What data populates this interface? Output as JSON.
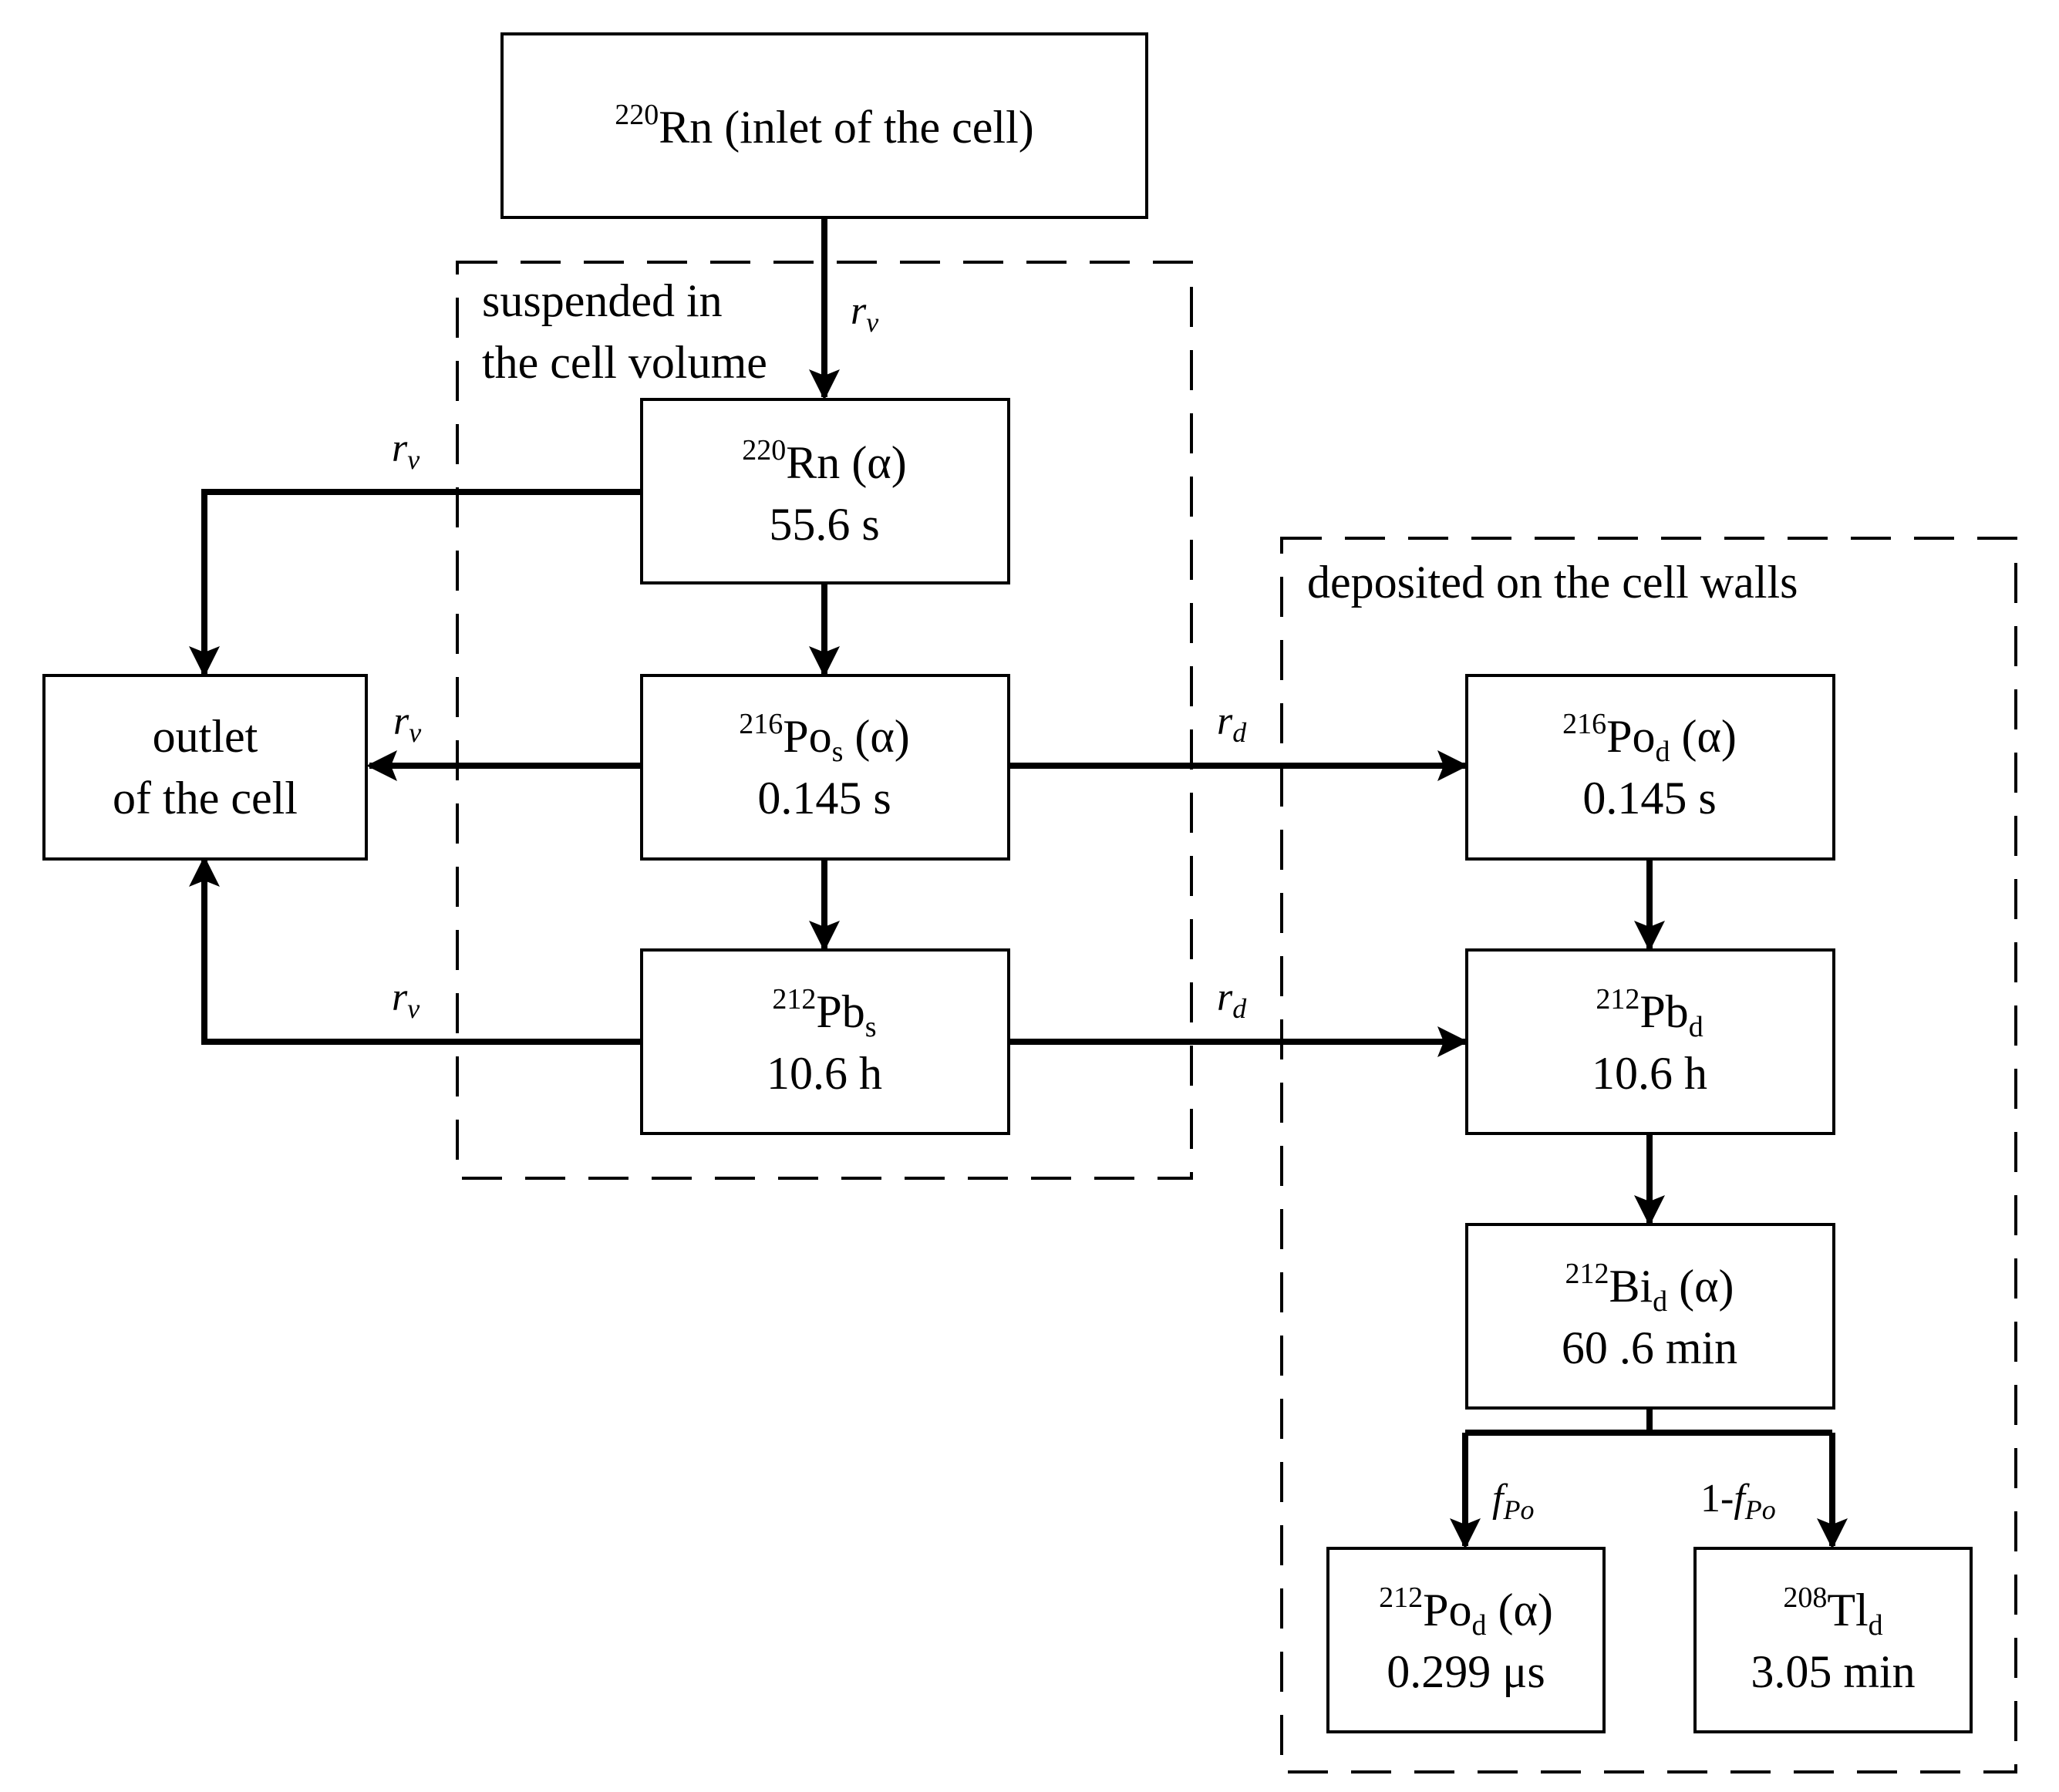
{
  "regions": [
    {
      "id": "suspended",
      "label_lines": [
        "suspended in",
        "the cell volume"
      ]
    },
    {
      "id": "deposited",
      "label_lines": [
        "deposited on the cell walls"
      ]
    }
  ],
  "nodes": [
    {
      "id": "inlet",
      "line1": {
        "sup": "220",
        "base": "Rn (inlet of the cell)",
        "sub": "",
        "after": ""
      },
      "line2": ""
    },
    {
      "id": "rn220",
      "line1": {
        "sup": "220",
        "base": "Rn",
        "sub": "",
        "after": " (α)"
      },
      "line2": "55.6 s"
    },
    {
      "id": "outlet",
      "text_lines": [
        "outlet",
        "of the cell"
      ]
    },
    {
      "id": "po216s",
      "line1": {
        "sup": "216",
        "base": "Po",
        "sub": "s",
        "after": " (α)"
      },
      "line2": "0.145 s"
    },
    {
      "id": "pb212s",
      "line1": {
        "sup": "212",
        "base": "Pb",
        "sub": "s",
        "after": ""
      },
      "line2": "10.6 h"
    },
    {
      "id": "po216d",
      "line1": {
        "sup": "216",
        "base": "Po",
        "sub": "d",
        "after": " (α)"
      },
      "line2": "0.145 s"
    },
    {
      "id": "pb212d",
      "line1": {
        "sup": "212",
        "base": "Pb",
        "sub": "d",
        "after": ""
      },
      "line2": "10.6 h"
    },
    {
      "id": "bi212d",
      "line1": {
        "sup": "212",
        "base": "Bi",
        "sub": "d",
        "after": " (α)"
      },
      "line2": "60 .6 min"
    },
    {
      "id": "po212d",
      "line1": {
        "sup": "212",
        "base": "Po",
        "sub": "d",
        "after": " (α)"
      },
      "line2": "0.299 μs"
    },
    {
      "id": "tl208d",
      "line1": {
        "sup": "208",
        "base": "Tl",
        "sub": "d",
        "after": ""
      },
      "line2": "3.05 min"
    }
  ],
  "edges": [
    {
      "id": "inlet-rn",
      "from": "inlet",
      "to": "rn220",
      "label": {
        "base": "r",
        "sub": "v"
      }
    },
    {
      "id": "rn-outlet",
      "from": "rn220",
      "to": "outlet",
      "label": {
        "base": "r",
        "sub": "v"
      }
    },
    {
      "id": "rn-po216s",
      "from": "rn220",
      "to": "po216s",
      "label": null
    },
    {
      "id": "po216s-outlet",
      "from": "po216s",
      "to": "outlet",
      "label": {
        "base": "r",
        "sub": "v"
      }
    },
    {
      "id": "po216s-pb212s",
      "from": "po216s",
      "to": "pb212s",
      "label": null
    },
    {
      "id": "pb212s-outlet",
      "from": "pb212s",
      "to": "outlet",
      "label": {
        "base": "r",
        "sub": "v"
      }
    },
    {
      "id": "po216s-po216d",
      "from": "po216s",
      "to": "po216d",
      "label": {
        "base": "r",
        "sub": "d"
      }
    },
    {
      "id": "pb212s-pb212d",
      "from": "pb212s",
      "to": "pb212d",
      "label": {
        "base": "r",
        "sub": "d"
      }
    },
    {
      "id": "po216d-pb212d",
      "from": "po216d",
      "to": "pb212d",
      "label": null
    },
    {
      "id": "pb212d-bi212d",
      "from": "pb212d",
      "to": "bi212d",
      "label": null
    },
    {
      "id": "bi212d-po212d",
      "from": "bi212d",
      "to": "po212d",
      "label": {
        "pre": "",
        "base": "f",
        "sub": "Po"
      }
    },
    {
      "id": "bi212d-tl208d",
      "from": "bi212d",
      "to": "tl208d",
      "label": {
        "pre": "1-",
        "base": "f",
        "sub": "Po"
      }
    }
  ]
}
